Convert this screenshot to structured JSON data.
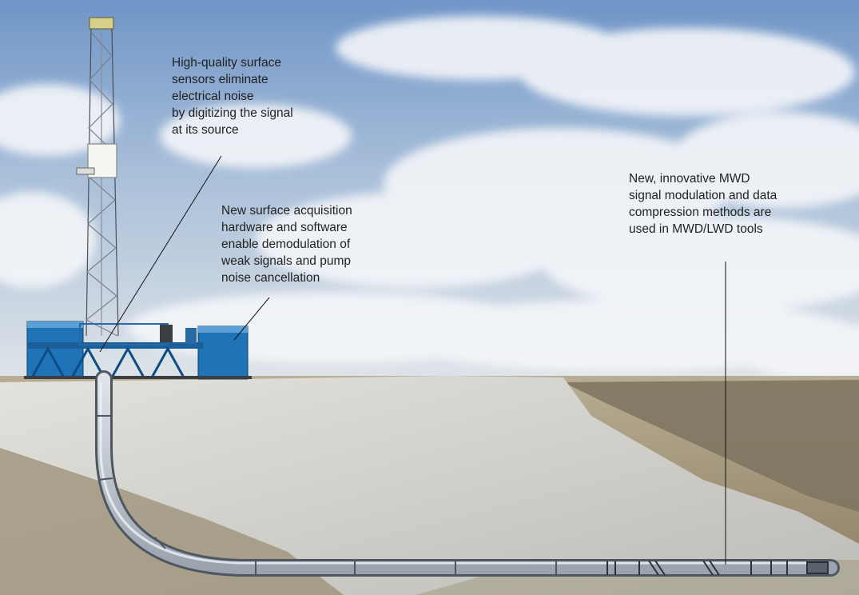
{
  "callouts": {
    "sensors": "High-quality surface\nsensors eliminate\nelectrical noise\nby digitizing the signal\nat its source",
    "acquisition": "New surface acquisition\nhardware and software\nenable demodulation of\nweak signals and pump\nnoise cancellation",
    "mwd": "New, innovative MWD\nsignal modulation and data\ncompression methods are\nused in MWD/LWD tools"
  },
  "colors": {
    "sky_top": "#6f95c7",
    "sky_mid": "#b5c9de",
    "cloud": "#f3f5f8",
    "ground_dark": "#8c8068",
    "ground_light": "#c9c9c4",
    "rig_blue": "#1f73b7",
    "pipe": "#c3cad3",
    "pipe_edge": "#4e5660",
    "leader_line": "#111111"
  }
}
